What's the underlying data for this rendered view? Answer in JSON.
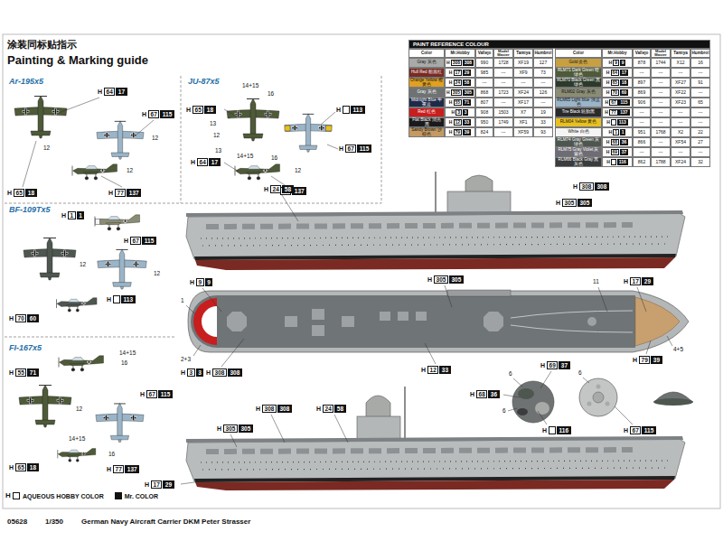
{
  "diagram": {
    "title": "Painting & Marking guide",
    "caption": "German Navy Aircraft Carrier DKM Peter Strasser",
    "nodes": [
      {
        "text": [
          "H",
          "64",
          "17"
        ]
      },
      {
        "text": [
          "H",
          "67",
          "115"
        ]
      },
      {
        "text": [
          "H",
          "65",
          "18"
        ]
      },
      {
        "text": [
          "H",
          "77",
          "137"
        ]
      },
      {
        "text": [
          "H",
          "65",
          "18"
        ]
      },
      {
        "text": [
          "H",
          "113"
        ]
      },
      {
        "text": [
          "H",
          "64",
          "17"
        ]
      },
      {
        "text": [
          "H",
          "67",
          "115"
        ]
      },
      {
        "text": [
          "H",
          "77",
          "137"
        ]
      },
      {
        "text": [
          "H",
          "1",
          "1"
        ]
      },
      {
        "text": [
          "H",
          "67",
          "115"
        ]
      },
      {
        "text": [
          "H",
          "113"
        ]
      },
      {
        "text": [
          "H",
          "70",
          "60"
        ]
      },
      {
        "text": [
          "H",
          "55",
          "71"
        ]
      },
      {
        "text": [
          "H",
          "67",
          "115"
        ]
      },
      {
        "text": [
          "H",
          "65",
          "18"
        ]
      },
      {
        "text": [
          "H",
          "77",
          "137"
        ]
      },
      {
        "text": [
          "H",
          "24",
          "58"
        ]
      },
      {
        "text": [
          "H",
          "308",
          "308"
        ]
      },
      {
        "text": [
          "H",
          "305",
          "305"
        ]
      },
      {
        "text": [
          "H",
          "9",
          "9"
        ]
      },
      {
        "text": [
          "H",
          "305",
          "305"
        ]
      },
      {
        "text": [
          "H",
          "17",
          "29"
        ]
      },
      {
        "text": [
          "H",
          "3",
          "3"
        ]
      },
      {
        "text": [
          "H",
          "308",
          "308"
        ]
      },
      {
        "text": [
          "H",
          "12",
          "33"
        ]
      },
      {
        "text": [
          "H",
          "69",
          "37"
        ]
      },
      {
        "text": [
          "H",
          "68",
          "36"
        ]
      },
      {
        "text": [
          "H",
          "79",
          "39"
        ]
      },
      {
        "text": [
          "H",
          "116"
        ]
      },
      {
        "text": [
          "H",
          "67",
          "115"
        ]
      },
      {
        "text": [
          "H",
          "308",
          "308"
        ]
      },
      {
        "text": [
          "H",
          "24",
          "58"
        ]
      },
      {
        "text": [
          "H",
          "305",
          "305"
        ]
      },
      {
        "text": [
          "H",
          "17",
          "29"
        ]
      }
    ],
    "labels": [
      "涂装同标贴指示",
      "Ar-195x5",
      "12",
      "12",
      "12",
      "JU-87x5",
      "14+15",
      "16",
      "13",
      "12",
      "13",
      "14+15",
      "16",
      "12",
      "BF-109Tx5",
      "12",
      "12",
      "FI-167x5",
      "14+15",
      "16",
      "12",
      "14+15",
      "16",
      "11",
      "1",
      "2+3",
      "6",
      "6",
      "6",
      "4+5",
      "H",
      "05628",
      "1/350",
      "PAINT REFERENCE COLOUR",
      "Color",
      "Mr.Hobby",
      "Vallejo",
      "Model Master",
      "Tamiya",
      "Humbrol",
      "Color",
      "Mr.Hobby",
      "Vallejo",
      "Model Master",
      "Tamiya",
      "Humbrol",
      "H",
      "308",
      "308",
      "990",
      "1728",
      "XF19",
      "127",
      "H",
      "17",
      "29",
      "985",
      "---",
      "XF9",
      "73",
      "H",
      "24",
      "58",
      "---",
      "---",
      "---",
      "---",
      "H",
      "305",
      "305",
      "868",
      "1723",
      "XF24",
      "126",
      "H",
      "55",
      "71",
      "807",
      "---",
      "XF17",
      "---",
      "H",
      "3",
      "3",
      "908",
      "1503",
      "X7",
      "19",
      "H",
      "12",
      "33",
      "950",
      "1749",
      "XF1",
      "33",
      "H",
      "79",
      "39",
      "824",
      "---",
      "XF59",
      "93",
      "H",
      "9",
      "9",
      "878",
      "1744",
      "X12",
      "16",
      "H",
      "64",
      "17",
      "---",
      "---",
      "---",
      "---",
      "H",
      "65",
      "18",
      "897",
      "---",
      "XF27",
      "91",
      "H",
      "70",
      "60",
      "869",
      "---",
      "XF22",
      "---",
      "H",
      "67",
      "115",
      "906",
      "---",
      "XF23",
      "65",
      "H",
      "77",
      "137",
      "---",
      "---",
      "---",
      "---",
      "H",
      "113",
      "---",
      "---",
      "---",
      "---",
      "H",
      "1",
      "1",
      "951",
      "1768",
      "X2",
      "22",
      "H",
      "68",
      "36",
      "866",
      "---",
      "XF54",
      "27",
      "H",
      "69",
      "37",
      "---",
      "---",
      "---",
      "---",
      "H",
      "116",
      "862",
      "1788",
      "XF24",
      "32"
    ],
    "legend": [
      {
        "text": "Gray 灰色",
        "color": "#a8aaa8"
      },
      {
        "text": "Hull Red 船底红",
        "color": "#7a2a22"
      },
      {
        "text": "Orange Yellow 橙黄色",
        "color": "#e0a020"
      },
      {
        "text": "Gray 灰色",
        "color": "#6e7272"
      },
      {
        "text": "Midnight Blue 午夜蓝",
        "color": "#1e2a48"
      },
      {
        "text": "Red 红色",
        "color": "#c81e1e"
      },
      {
        "text": "Flat Black 消光黑",
        "color": "#1a1a1a"
      },
      {
        "text": "Sandy Brown 沙棕色",
        "color": "#c49a62"
      },
      {
        "text": "Gold 金色",
        "color": "#c8a040"
      },
      {
        "text": "RLM71 Dark Green 暗绿色",
        "color": "#4e5a38"
      },
      {
        "text": "RLM70 Black Green 黑绿色",
        "color": "#2c3a2a"
      },
      {
        "text": "RLM02 Gray 灰色",
        "color": "#8a8c74"
      },
      {
        "text": "RLM65 Light blue 浅蓝色",
        "color": "#9ab4c8"
      },
      {
        "text": "Tire Black 轮胎黑",
        "color": "#2a2a2a"
      },
      {
        "text": "RLM04 Yellow 黄色",
        "color": "#e8c020"
      },
      {
        "text": "White 白色",
        "color": "#f4f4f4"
      },
      {
        "text": "RLM74 Gray Green 灰绿色",
        "color": "#4e5650"
      },
      {
        "text": "RLM75 Gray Violet 灰紫色",
        "color": "#6e6c74"
      },
      {
        "text": "RLM66 Black Gray 黑灰色",
        "color": "#3a3c3e"
      },
      {
        "text": "AQUEOUS HOBBY COLOR"
      },
      {
        "text": "Mr. COLOR"
      }
    ]
  }
}
